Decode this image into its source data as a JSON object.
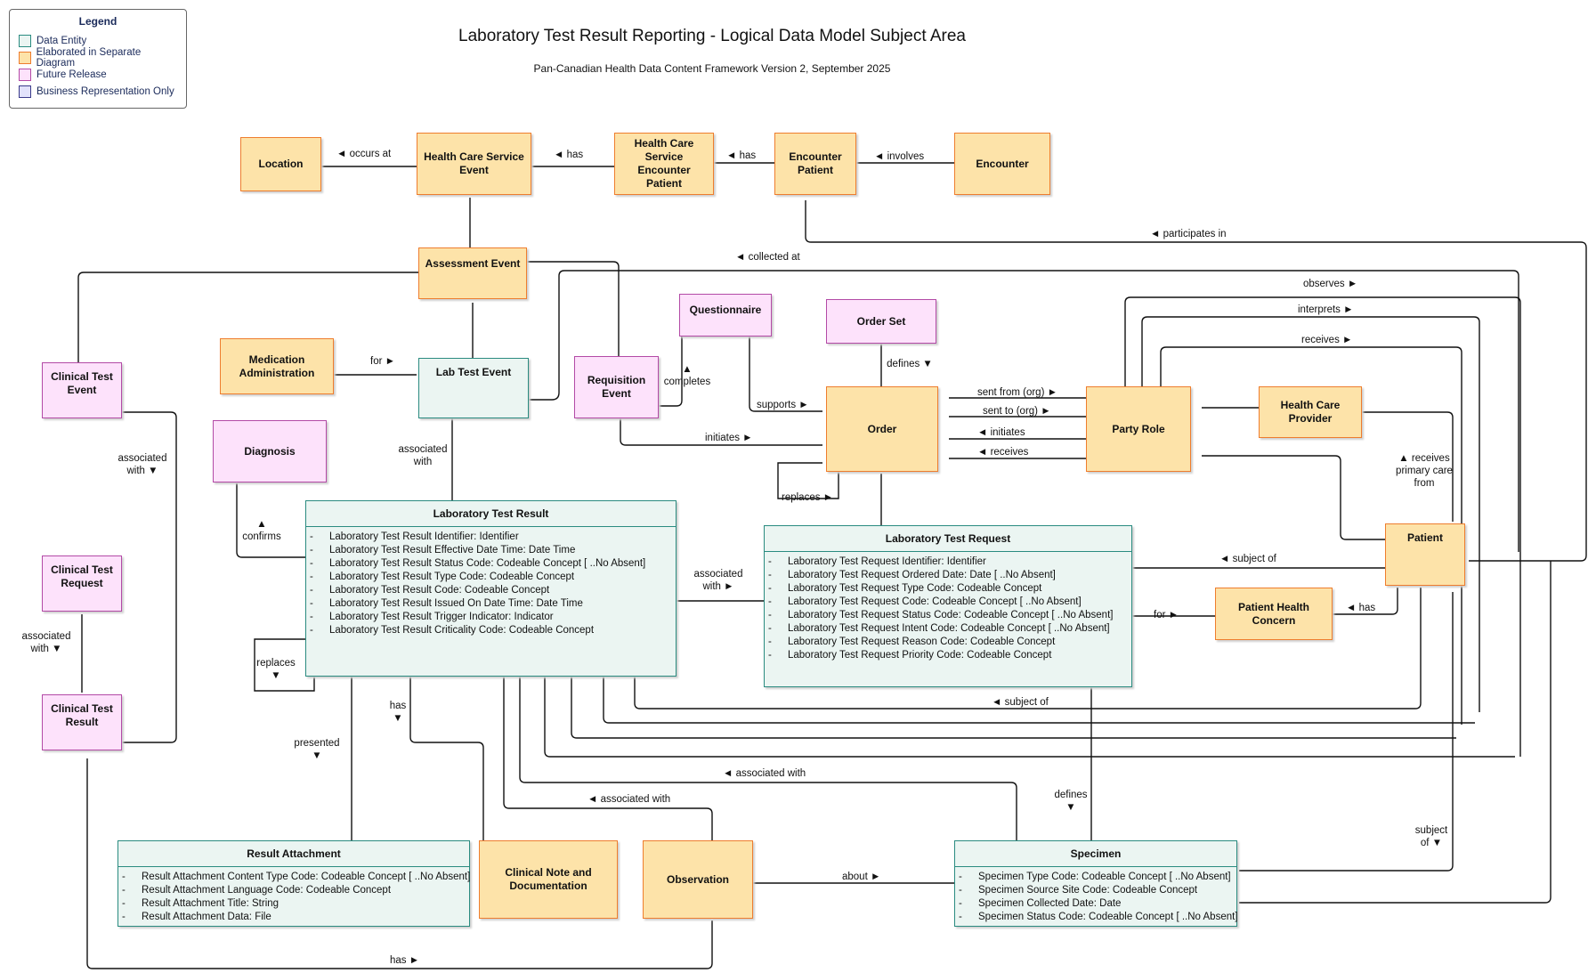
{
  "title": "Laboratory Test Result Reporting - Logical Data Model Subject Area",
  "subtitle": "Pan-Canadian Health Data Content Framework Version 2, September 2025",
  "legend": {
    "title": "Legend",
    "items": [
      {
        "label": "Data Entity",
        "fill": "#ebf5f2",
        "border": "#2a8b80"
      },
      {
        "label": "Elaborated in Separate Diagram",
        "fill": "#fde3a9",
        "border": "#ee7d2e"
      },
      {
        "label": "Future Release",
        "fill": "#fde2fb",
        "border": "#b34aa6"
      },
      {
        "label": "Business Representation Only",
        "fill": "#e2e2fb",
        "border": "#3a3a8a"
      }
    ]
  },
  "boxes": {
    "location": "Location",
    "hcs_event": "Health Care Service Event",
    "hcs_encounter_patient": "Health Care Service Encounter Patient",
    "encounter_patient": "Encounter Patient",
    "encounter": "Encounter",
    "assessment_event": "Assessment Event",
    "medication_administration": "Medication Administration",
    "lab_test_event": "Lab Test Event",
    "clinical_test_event": "Clinical Test Event",
    "clinical_test_request": "Clinical Test Request",
    "clinical_test_result": "Clinical Test Result",
    "diagnosis": "Diagnosis",
    "requisition_event": "Requisition Event",
    "questionnaire": "Questionnaire",
    "order_set": "Order Set",
    "order": "Order",
    "party_role": "Party Role",
    "health_care_provider": "Health Care Provider",
    "patient": "Patient",
    "patient_health_concern": "Patient Health Concern",
    "clinical_note": "Clinical Note and Documentation",
    "observation": "Observation"
  },
  "entities": {
    "lab_test_result": {
      "name": "Laboratory Test Result",
      "attributes": [
        "Laboratory Test Result Identifier: Identifier",
        "Laboratory Test Result Effective Date Time: Date Time",
        "Laboratory Test Result Status Code: Codeable Concept [ ..No Absent]",
        "Laboratory Test Result Type Code: Codeable Concept",
        "Laboratory Test Result Code: Codeable Concept",
        "Laboratory Test Result Issued On Date Time: Date Time",
        "Laboratory Test Result Trigger Indicator: Indicator",
        "Laboratory Test Result Criticality Code: Codeable Concept"
      ]
    },
    "lab_test_request": {
      "name": "Laboratory Test Request",
      "attributes": [
        "Laboratory Test Request Identifier: Identifier",
        "Laboratory Test Request Ordered Date: Date [ ..No Absent]",
        "Laboratory Test Request Type Code: Codeable Concept",
        "Laboratory Test Request Code: Codeable Concept [ ..No Absent]",
        "Laboratory Test Request Status Code: Codeable Concept [ ..No Absent]",
        "Laboratory Test Request Intent Code: Codeable Concept [ ..No Absent]",
        "Laboratory Test Request Reason Code: Codeable Concept",
        "Laboratory Test Request Priority Code: Codeable Concept"
      ]
    },
    "result_attachment": {
      "name": "Result Attachment",
      "attributes": [
        "Result Attachment Content Type Code: Codeable Concept [ ..No Absent]",
        "Result Attachment Language Code: Codeable Concept",
        "Result Attachment Title: String",
        "Result Attachment Data: File"
      ]
    },
    "specimen": {
      "name": "Specimen",
      "attributes": [
        "Specimen Type Code: Codeable Concept [ ..No Absent]",
        "Specimen Source Site Code: Codeable Concept",
        "Specimen Collected Date: Date",
        "Specimen Status Code: Codeable Concept [ ..No Absent]"
      ]
    }
  },
  "relationships": {
    "occurs_at": "◄ occurs at",
    "has_hcs": "◄ has",
    "has_ep": "◄ has",
    "involves": "◄ involves",
    "participates_in": "◄ participates in",
    "collected_at": "◄ collected at",
    "observes": "observes ►",
    "interprets": "interprets ►",
    "receives_top": "receives ►",
    "for_med": "for ►",
    "associated_with_cte": "associated with ▼",
    "associated_with_ctr": "associated with ▼",
    "confirms": "▲ confirms",
    "associated_with_lte": "associated with",
    "completes": "▲ completes",
    "supports": "supports ►",
    "initiates_req": "initiates ►",
    "defines_orderset": "defines ▼",
    "replaces_order": "replaces ►",
    "sent_from": "sent from (org) ►",
    "sent_to": "sent to (org) ►",
    "initiates_pr": "◄ initiates",
    "receives_pr": "◄ receives",
    "receives_primary_care_from": "▲ receives primary care from",
    "subject_of_patient": "◄ subject of",
    "associated_with_req": "associated with ►",
    "for_concern": "for ►",
    "has_concern": "◄ has",
    "replaces_result": "replaces ▼",
    "has_note": "has ▼",
    "presented": "presented ▼",
    "subject_of_bottom": "◄ subject of",
    "associated_with_spec": "◄ associated with",
    "associated_with_obs": "◄ associated with",
    "defines_spec": "defines ▼",
    "subject_of_spec": "subject of ▼",
    "about": "about ►",
    "has_ctr_obs": "has ►"
  }
}
